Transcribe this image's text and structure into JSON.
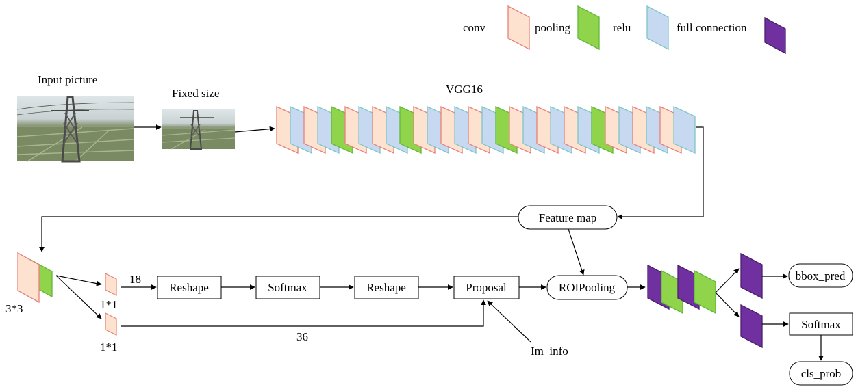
{
  "colors": {
    "conv": "#fde3cf",
    "conv_edge": "#e8807a",
    "pooling": "#8fd44a",
    "pooling_edge": "#62b83a",
    "relu": "#c6d9f1",
    "relu_edge": "#7fc6c6",
    "full_connection": "#7030a0",
    "full_connection_edge": "#4a1f6e"
  },
  "legend": {
    "conv": "conv",
    "pooling": "pooling",
    "relu": "relu",
    "full_connection": "full connection"
  },
  "images": {
    "input_caption": "Input picture",
    "fixed_caption": "Fixed size"
  },
  "vgg": {
    "title": "VGG16",
    "layers": [
      "conv",
      "relu",
      "conv",
      "relu",
      "pooling",
      "conv",
      "relu",
      "conv",
      "relu",
      "pooling",
      "conv",
      "relu",
      "conv",
      "relu",
      "conv",
      "relu",
      "pooling",
      "conv",
      "relu",
      "conv",
      "relu",
      "conv",
      "relu",
      "pooling",
      "conv",
      "relu",
      "conv",
      "relu",
      "conv",
      "relu"
    ]
  },
  "nodes": {
    "feature_map": "Feature map",
    "reshape1": "Reshape",
    "softmax1": "Softmax",
    "reshape2": "Reshape",
    "proposal": "Proposal",
    "roi_pooling": "ROIPooling",
    "bbox_pred": "bbox_pred",
    "softmax2": "Softmax",
    "cls_prob": "cls_prob"
  },
  "labels": {
    "kernel_3x3": "3*3",
    "kernel_1x1_top": "1*1",
    "kernel_1x1_bottom": "1*1",
    "channels_18": "18",
    "channels_36": "36",
    "im_info": "Im_info"
  }
}
